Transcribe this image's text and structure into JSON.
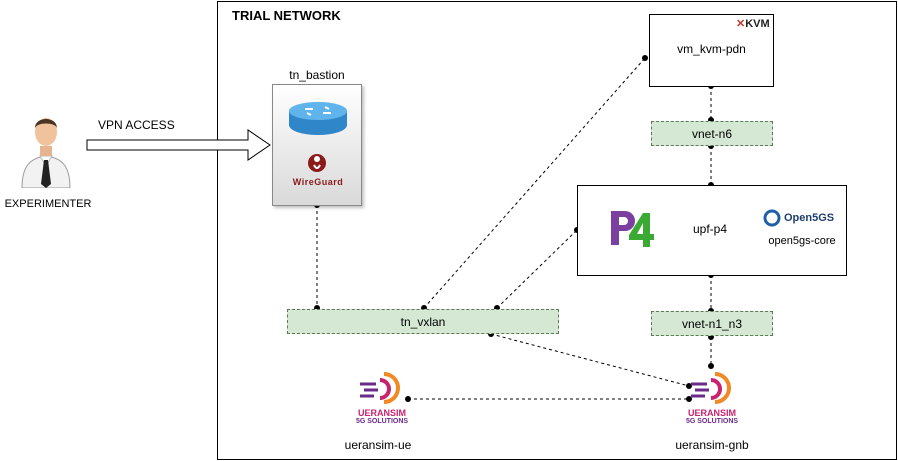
{
  "network": {
    "title": "TRIAL NETWORK"
  },
  "experimenter": {
    "label": "EXPERIMENTER"
  },
  "vpn": {
    "label": "VPN ACCESS"
  },
  "bastion": {
    "label": "tn_bastion",
    "logo_text": "WireGuard"
  },
  "kvm": {
    "label": "vm_kvm-pdn",
    "logo_text": "KVM"
  },
  "nets": {
    "n6": "vnet-n6",
    "vxlan": "tn_vxlan",
    "n1n3": "vnet-n1_n3"
  },
  "upf": {
    "label": "upf-p4",
    "core_label": "open5gs-core",
    "open5gs_logo": "Open5GS"
  },
  "ue": {
    "label": "ueransim-ue"
  },
  "gnb": {
    "label": "ueransim-gnb"
  },
  "ueransim_logo": {
    "line1": "UERANSIM",
    "line2": "5G SOLUTIONS"
  },
  "colors": {
    "net_fill": "#d5e8d4",
    "p4": "#7b3fa0",
    "ueransim": "#c8236e"
  }
}
